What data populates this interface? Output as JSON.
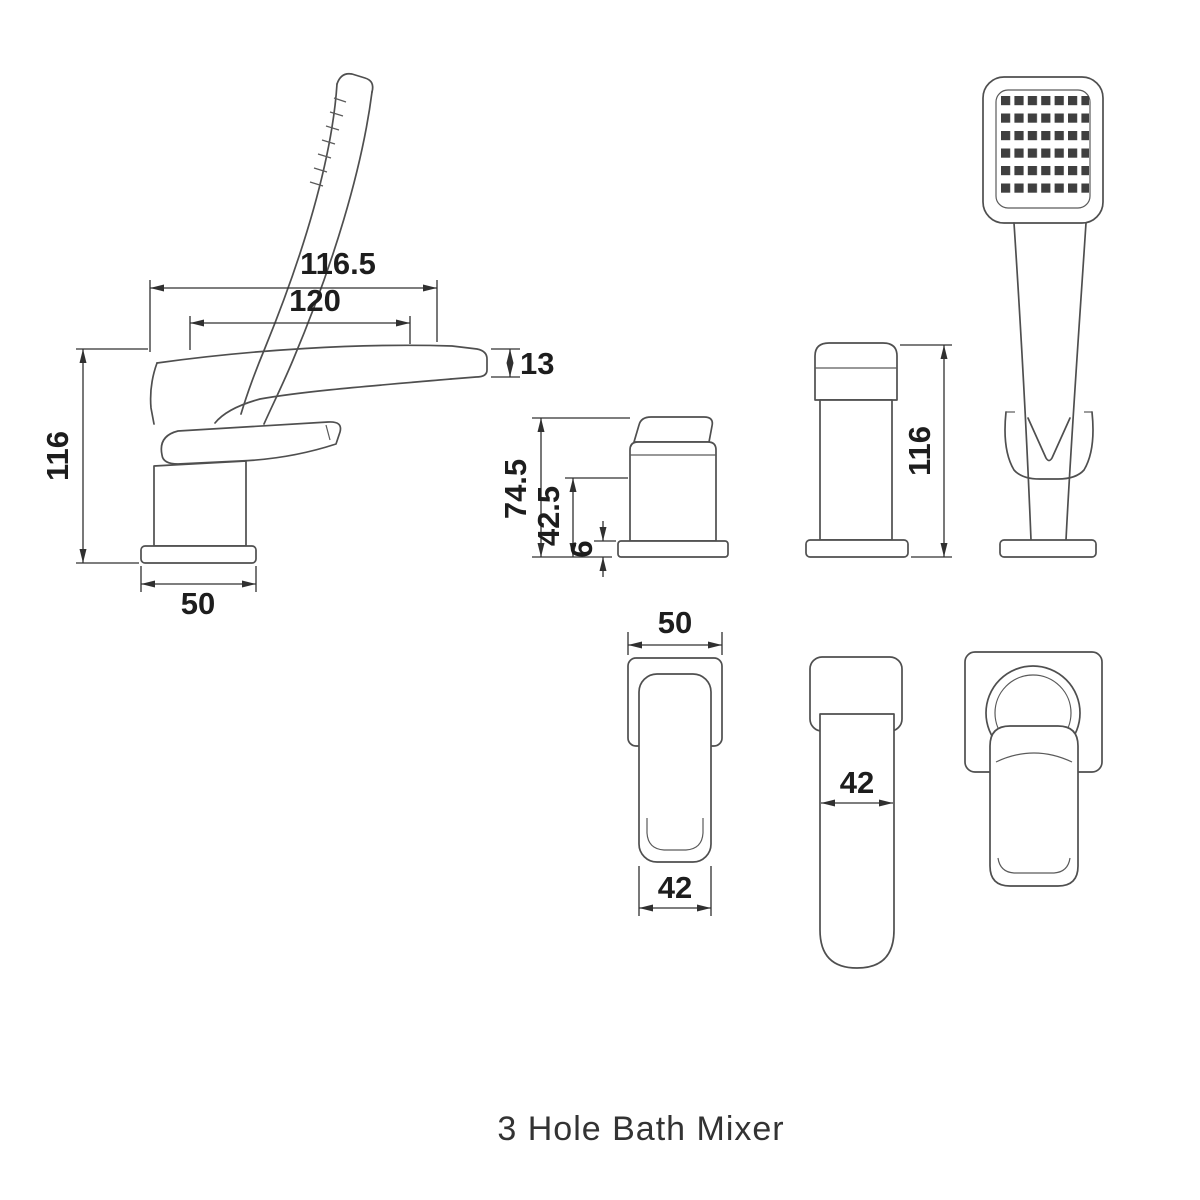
{
  "title": "3 Hole Bath Mixer",
  "colors": {
    "background": "#ffffff",
    "line": "#4f4f4f",
    "dim_text": "#1d1d1d"
  },
  "dims": {
    "total_projection": "116.5",
    "spout_reach": "120",
    "spout_tip": "13",
    "filler_height": "116",
    "filler_base_width": "50",
    "valve_total_height": "74.5",
    "valve_body_height": "42.5",
    "base_plate_thickness": "6",
    "handset_mount_height": "116",
    "valve_plate_width": "50",
    "valve_handle_width": "42",
    "spout_width": "42"
  }
}
